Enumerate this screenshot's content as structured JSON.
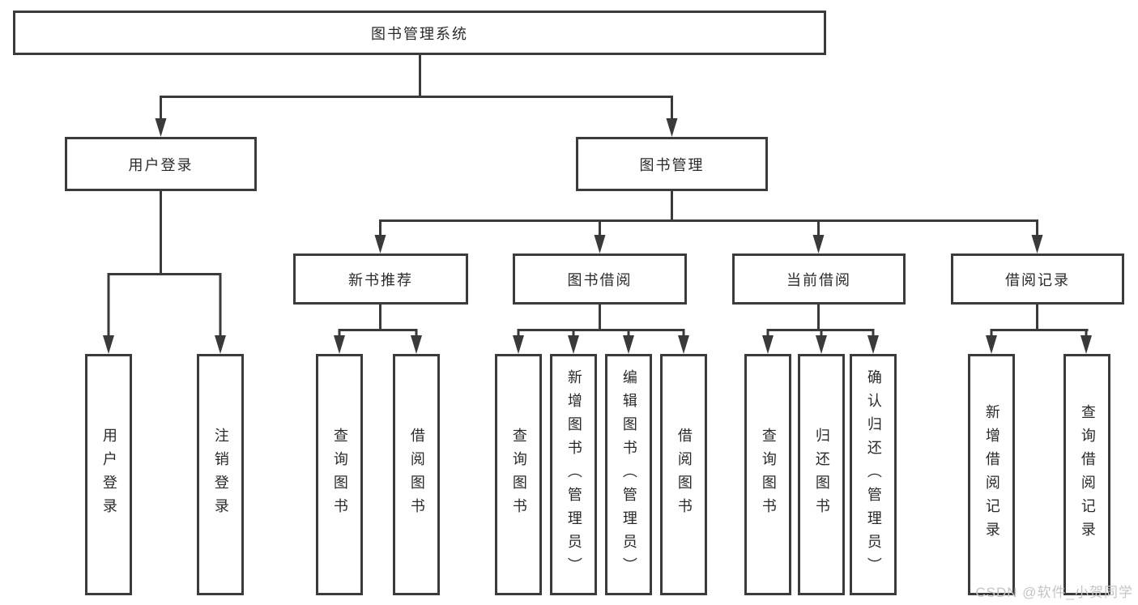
{
  "diagram": {
    "root": {
      "label": "图书管理系统"
    },
    "children": [
      {
        "label": "用户登录",
        "children": [
          {
            "label": "用户登录"
          },
          {
            "label": "注销登录"
          }
        ]
      },
      {
        "label": "图书管理",
        "children": [
          {
            "label": "新书推荐",
            "children": [
              {
                "label": "查询图书"
              },
              {
                "label": "借阅图书"
              }
            ]
          },
          {
            "label": "图书借阅",
            "children": [
              {
                "label": "查询图书"
              },
              {
                "label": "新增图书（管理员）"
              },
              {
                "label": "编辑图书（管理员）"
              },
              {
                "label": "借阅图书"
              }
            ]
          },
          {
            "label": "当前借阅",
            "children": [
              {
                "label": "查询图书"
              },
              {
                "label": "归还图书"
              },
              {
                "label": "确认归还（管理员）"
              }
            ]
          },
          {
            "label": "借阅记录",
            "children": [
              {
                "label": "新增借阅记录"
              },
              {
                "label": "查询借阅记录"
              }
            ]
          }
        ]
      }
    ]
  },
  "watermark": {
    "text": "CSDN @软件_小贺同学"
  },
  "colors": {
    "border": "#3b3b3b",
    "line": "#3a3a3a",
    "text": "#2a2a2a",
    "watermark": "#c5c5c5",
    "background": "#ffffff"
  }
}
